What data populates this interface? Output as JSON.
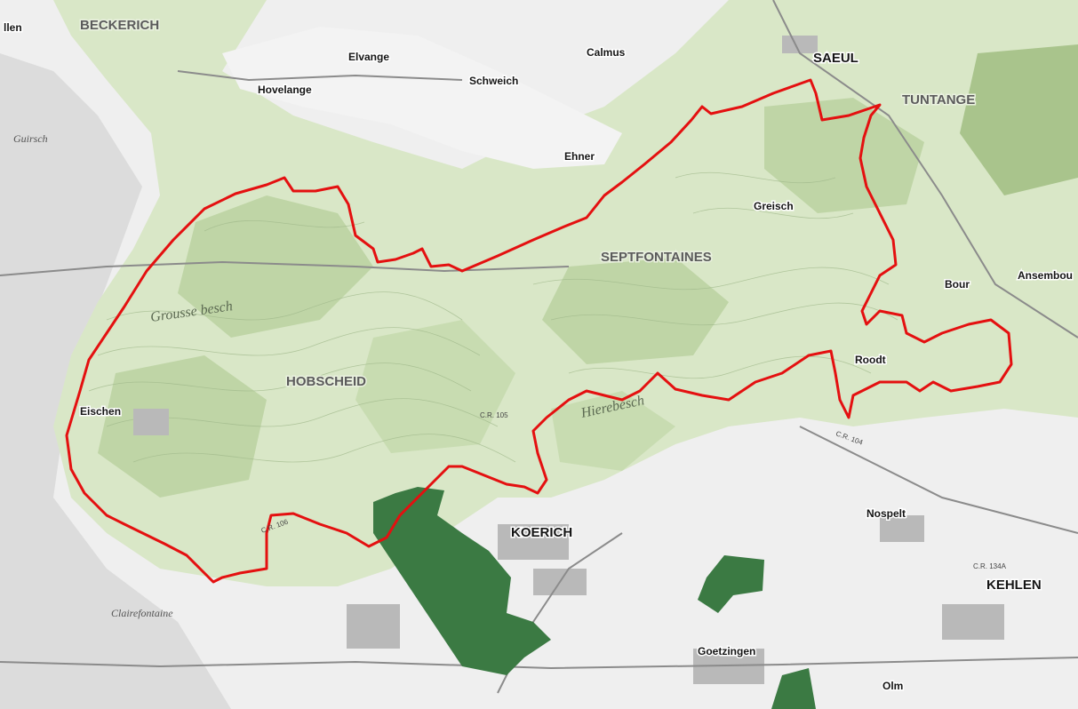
{
  "map": {
    "colors": {
      "background": "#efefef",
      "forest_light": "#d9e7c7",
      "forest_mid": "#bfd5a6",
      "forest_dark": "#a9c48c",
      "boundary": "#e41010",
      "dark_forest": "#3b7a43",
      "settlement": "#b9b9b9",
      "road": "#8b8b8b",
      "contour": "#9fb88a"
    },
    "places": {
      "beckerich": "BECKERICH",
      "elvange": "Elvange",
      "hovelange": "Hovelange",
      "schweich": "Schweich",
      "calmus": "Calmus",
      "saeul": "SAEUL",
      "tuntange": "TUNTANGE",
      "guirsch": "Guirsch",
      "ehner": "Ehner",
      "greisch": "Greisch",
      "septfontaines": "SEPTFONTAINES",
      "bour": "Bour",
      "ansembourg": "Ansembou",
      "hobscheid": "HOBSCHEID",
      "eischen": "Eischen",
      "roodt": "Roodt",
      "koerich": "KOERICH",
      "nospelt": "Nospelt",
      "kehlen": "KEHLEN",
      "goetzingen": "Goetzingen",
      "olm": "Olm",
      "clairefontaine": "Clairefontaine",
      "ullen": "llen"
    },
    "forests": {
      "grousse_besch": "Grousse besch",
      "haerebesch": "Hierebesch"
    }
  }
}
